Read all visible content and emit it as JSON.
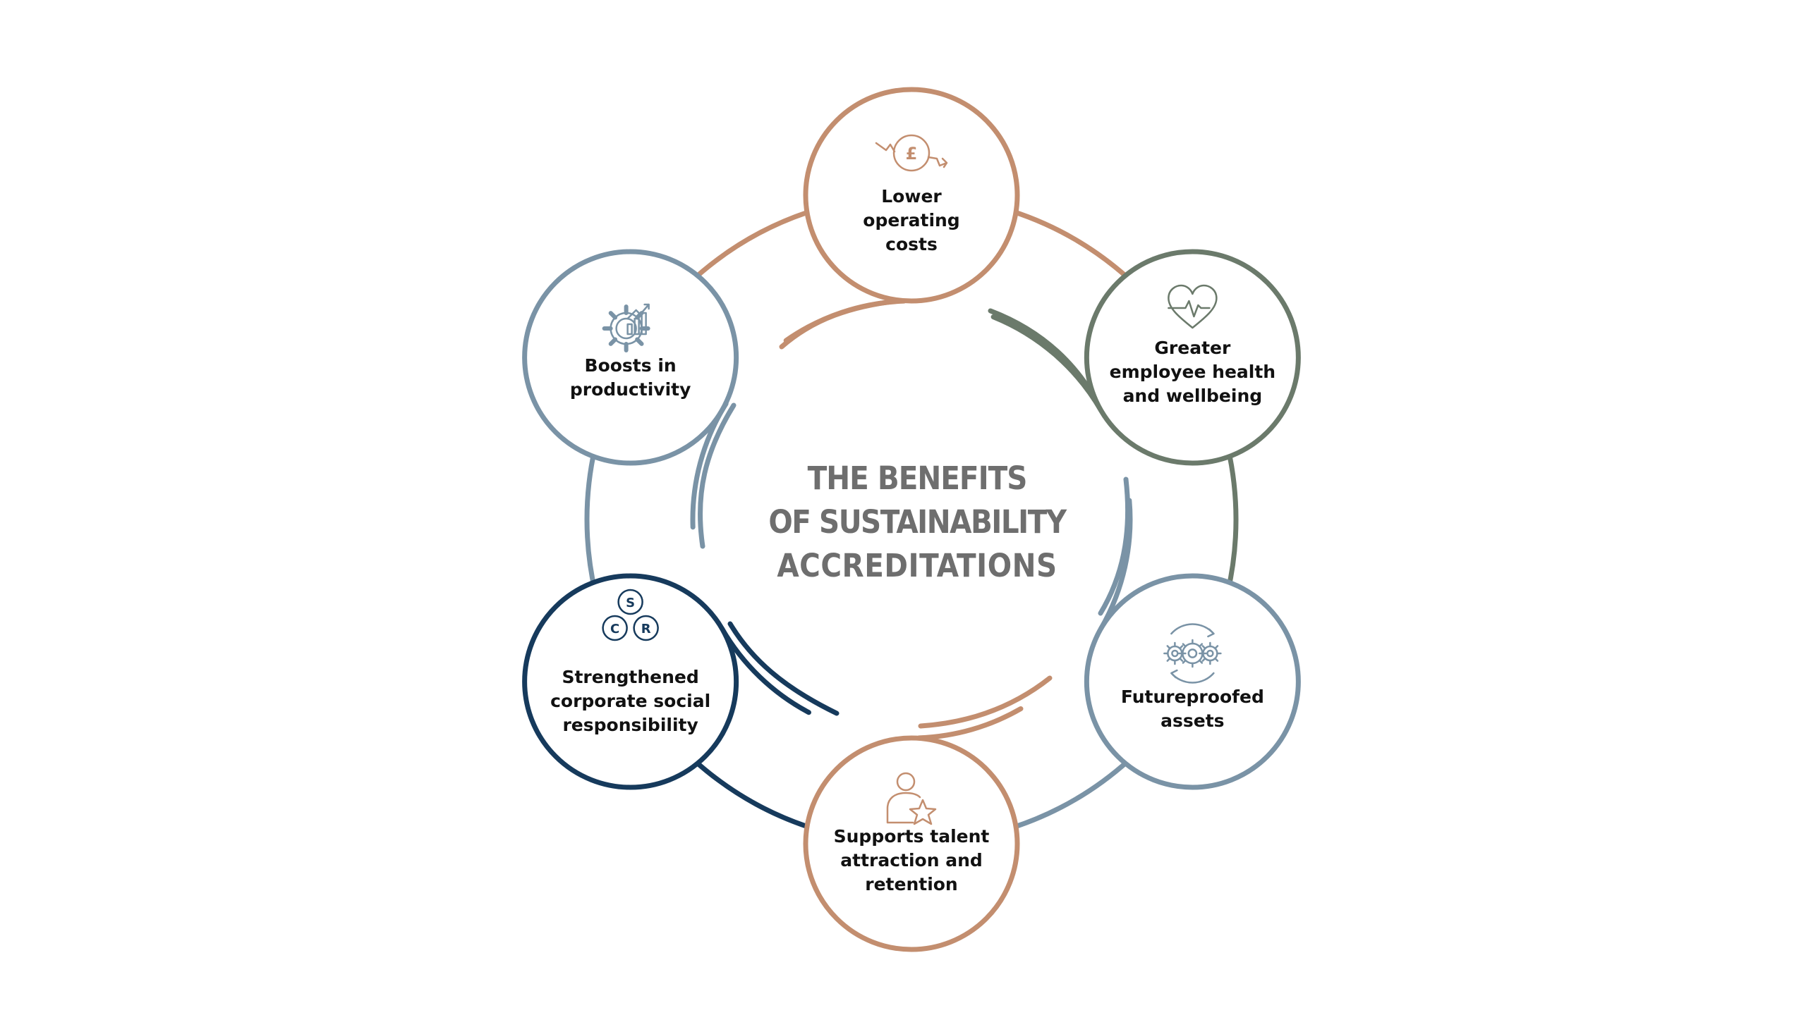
{
  "title": {
    "lines": [
      "THE BENEFITS",
      "OF SUSTAINABILITY",
      "ACCREDITATIONS"
    ],
    "color": "#6e6e6e"
  },
  "nodes": [
    {
      "id": "lower-operating-costs",
      "lines": [
        "Lower",
        "operating",
        "costs"
      ],
      "color": "#c38e6f",
      "icon": "pound-coin-down-icon"
    },
    {
      "id": "employee-health",
      "lines": [
        "Greater",
        "employee health",
        "and wellbeing"
      ],
      "color": "#6b7a6b",
      "icon": "heart-pulse-icon"
    },
    {
      "id": "futureproofed-assets",
      "lines": [
        "Futureproofed",
        "assets"
      ],
      "color": "#7a93a6",
      "icon": "gears-cycle-icon"
    },
    {
      "id": "talent-attraction",
      "lines": [
        "Supports talent",
        "attraction and",
        "retention"
      ],
      "color": "#c38e6f",
      "icon": "person-star-icon"
    },
    {
      "id": "corporate-social-responsibility",
      "lines": [
        "Strengthened",
        "corporate social",
        "responsibility"
      ],
      "color": "#163a5c",
      "icon": "csr-circles-icon",
      "icon_letters": [
        "S",
        "C",
        "R"
      ]
    },
    {
      "id": "productivity",
      "lines": [
        "Boosts in",
        "productivity"
      ],
      "color": "#7a93a6",
      "icon": "gear-chart-icon"
    }
  ]
}
